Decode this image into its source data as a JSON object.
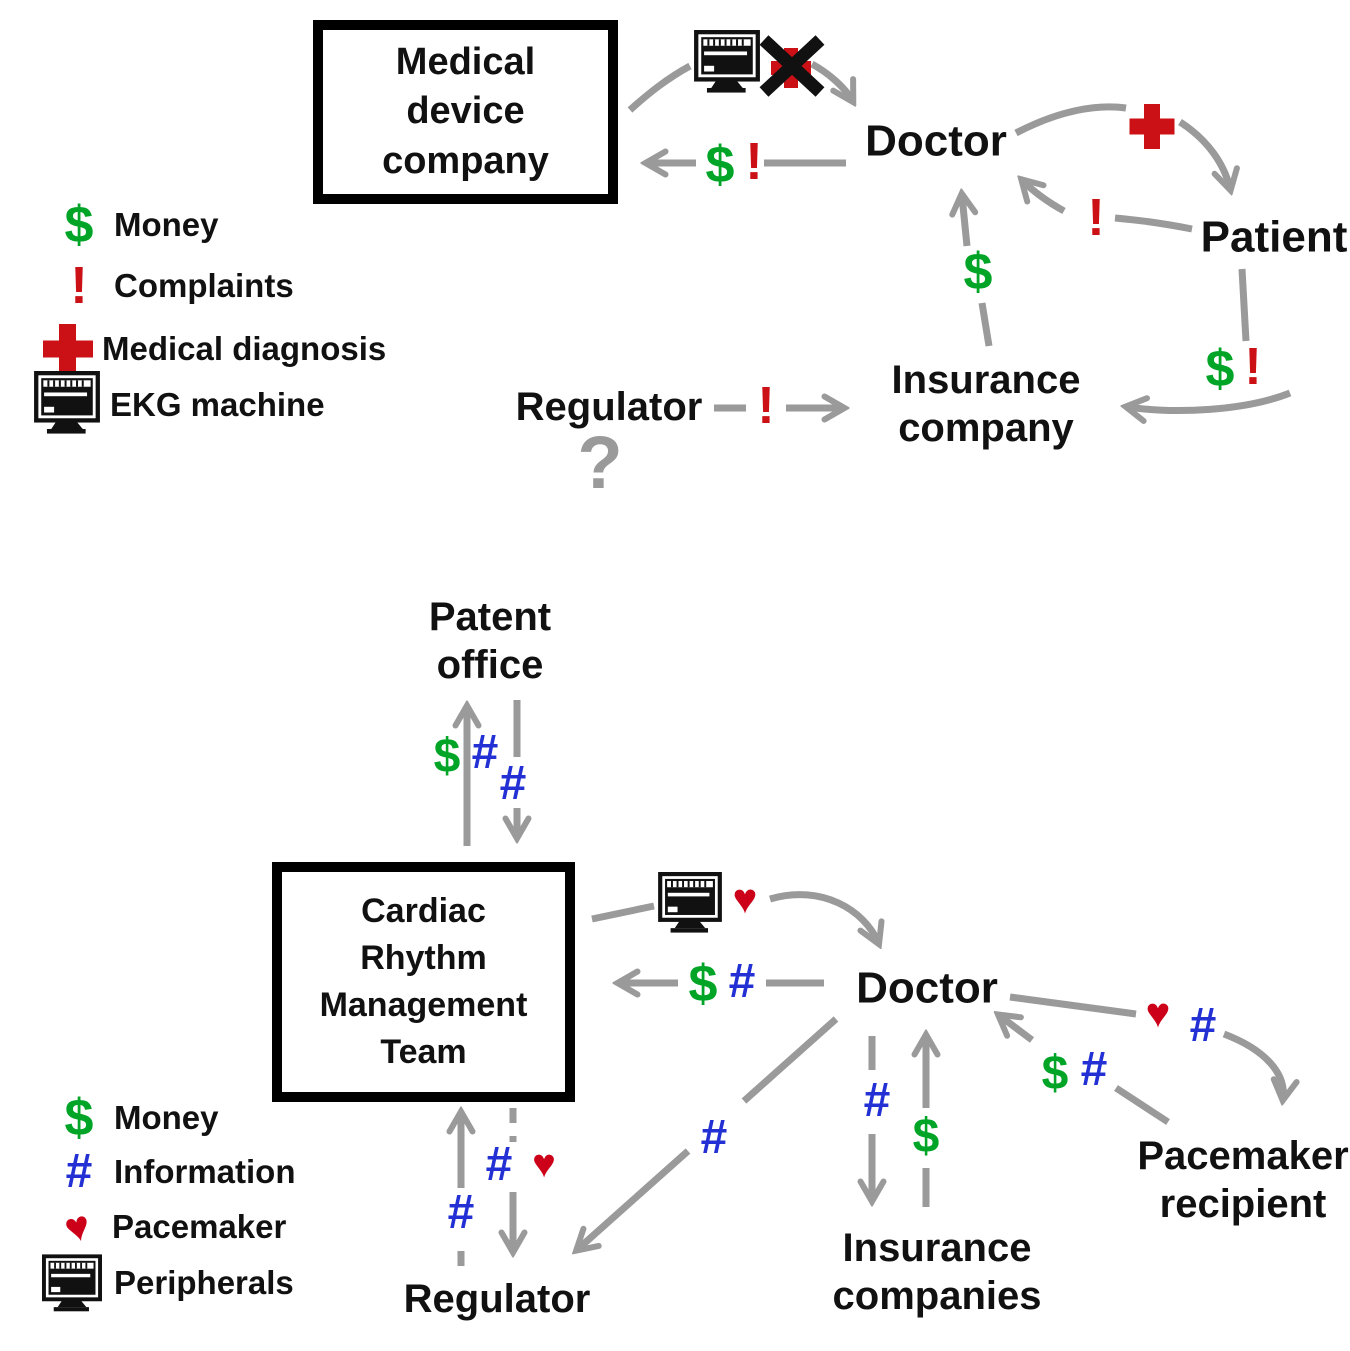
{
  "palette": {
    "green": "#00a426",
    "red": "#cc1116",
    "blue": "#2230d4",
    "heart": "#cc0018",
    "gray": "#9a9a9a",
    "ink": "#111111"
  },
  "symbols": {
    "money": "$",
    "complaints": "!",
    "information": "#",
    "pacemaker": "♥",
    "question": "?"
  },
  "legend_top": {
    "money": "Money",
    "complaints": "Complaints",
    "diagnosis": "Medical diagnosis",
    "ekg": "EKG machine"
  },
  "legend_bottom": {
    "money": "Money",
    "information": "Information",
    "pacemaker": "Pacemaker",
    "peripherals": "Peripherals"
  },
  "top_diagram": {
    "company": "Medical\ndevice\ncompany",
    "doctor": "Doctor",
    "patient": "Patient",
    "insurance": "Insurance\ncompany",
    "regulator": "Regulator"
  },
  "bottom_diagram": {
    "patent_office": "Patent\noffice",
    "crm_team": "Cardiac\nRhythm\nManagement\nTeam",
    "doctor": "Doctor",
    "insurance": "Insurance\ncompanies",
    "pacemaker_recipient": "Pacemaker\nrecipient",
    "regulator": "Regulator"
  }
}
